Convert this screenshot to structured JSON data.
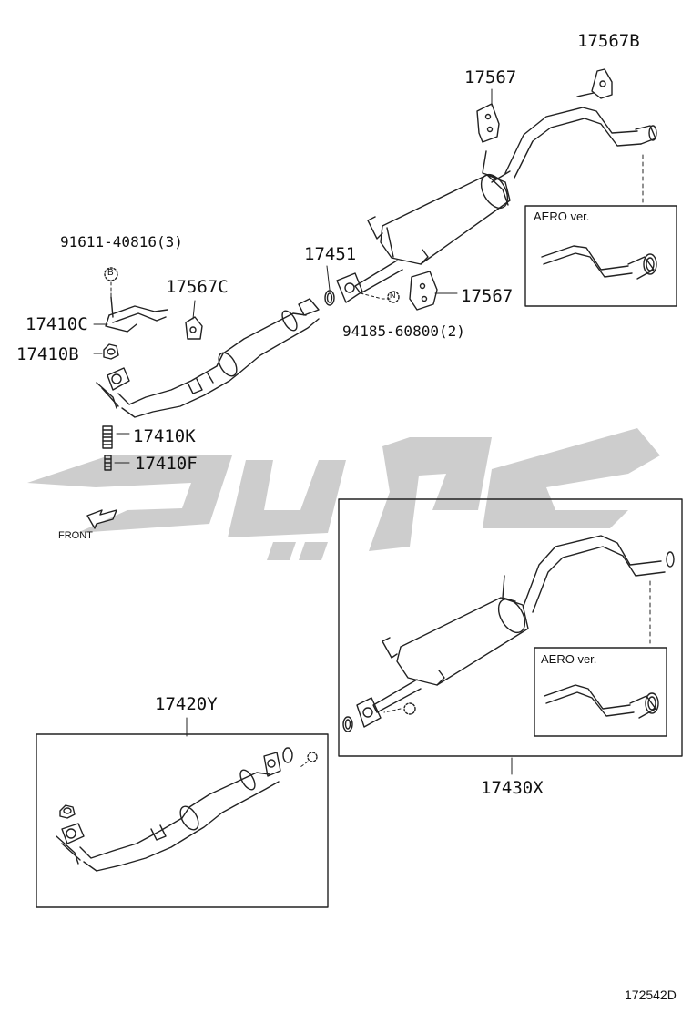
{
  "part_labels": {
    "p17567B": "17567B",
    "p17567_top": "17567",
    "p91611": "91611-40816(3)",
    "p17567C": "17567C",
    "p17451": "17451",
    "p17567_right": "17567",
    "p17410C": "17410C",
    "p94185": "94185-60800(2)",
    "p17410B": "17410B",
    "p17410K": "17410K",
    "p17410F": "17410F",
    "p17420Y": "17420Y",
    "p17430X": "17430X"
  },
  "inset_labels": {
    "aero_top": "AERO ver.",
    "aero_bottom": "AERO ver."
  },
  "callouts": {
    "B": "B",
    "N": "N"
  },
  "front_label": "FRONT",
  "diagram_code": "172542D",
  "colors": {
    "line": "#222222",
    "watermark": "#c8c8c8",
    "paper": "#ffffff"
  }
}
